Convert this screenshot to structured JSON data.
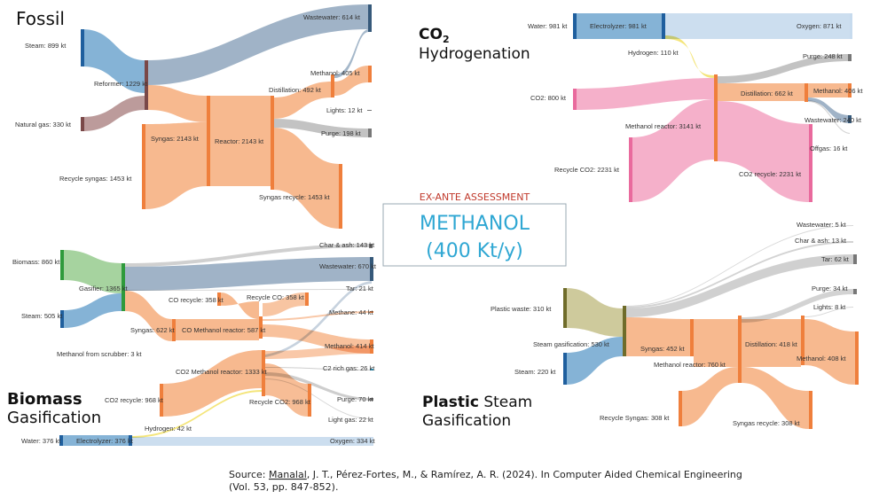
{
  "sections": {
    "fossil": {
      "title": "Fossil"
    },
    "co2": {
      "title_line1": "CO",
      "title_sub": "2",
      "title_line2": "Hydrogenation"
    },
    "biomass": {
      "title_line1": "Biomass",
      "title_line2": "Gasification"
    },
    "plastic": {
      "title_bold": "Plastic",
      "title_rest": " Steam",
      "title_line2": "Gasification"
    }
  },
  "center": {
    "eyebrow": "EX-ANTE ASSESSMENT",
    "line1": "METHANOL",
    "line2": "(400 Kt/y)"
  },
  "source": {
    "prefix": "Source: ",
    "author": "Manalal",
    "rest": ", J. T., Pérez-Fortes, M., & Ramírez, A. R. (2024). In Computer Aided Chemical Engineering",
    "line2": "(Vol. 53, pp. 847-852)."
  },
  "colors": {
    "steam": "#6fa6cf",
    "steam_node": "#1f5f9e",
    "natgas": "#b08a8a",
    "natgas_node": "#7a4848",
    "process": "#f6b183",
    "process_node": "#ef7f3c",
    "wastewater": "#8fa6bd",
    "wastewater_node": "#36597a",
    "purge": "#b9b9b9",
    "purge_node": "#777777",
    "co2": "#f4a8c4",
    "co2_node": "#e96a9d",
    "oxygen": "#c7dbee",
    "hydrogen": "#f3e26c",
    "biomass": "#9ccf95",
    "biomass_node": "#2f9a3c",
    "plastic": "#c9c491",
    "plastic_node": "#6f6c2a",
    "tar": "#c8c8c8",
    "center_text": "#2fa7d3",
    "center_eyebrow": "#c0392b",
    "center_border": "#9aa9b3"
  },
  "fossil": {
    "nodes": {
      "steam": "Steam: 899 kt",
      "natural_gas": "Natural gas: 330 kt",
      "reformer": "Reformer: 1229 kt",
      "recycle_syngas": "Recycle syngas: 1453 kt",
      "syngas": "Syngas: 2143 kt",
      "reactor": "Reactor: 2143 kt",
      "distillation": "Distillation: 492 kt",
      "wastewater": "Wastewater: 614 kt",
      "methanol": "Methanol: 405 kt",
      "lights": "Lights: 12 kt",
      "purge": "Purge: 198 kt",
      "syngas_recycle": "Syngas recycle: 1453 kt"
    }
  },
  "co2_hydrogenation": {
    "nodes": {
      "water": "Water: 981 kt",
      "electrolyzer": "Electrolyzer: 981 kt",
      "oxygen": "Oxygen: 871 kt",
      "hydrogen": "Hydrogen: 110 kt",
      "co2": "CO2: 800 kt",
      "recycle_co2": "Recycle CO2: 2231 kt",
      "methanol_reactor": "Methanol reactor: 3141 kt",
      "purge": "Purge: 248 kt",
      "distillation": "Distillation: 662 kt",
      "methanol": "Methanol: 406 kt",
      "wastewater": "Wastewater: 240 kt",
      "offgas": "Offgas: 16 kt",
      "co2_recycle": "CO2 recycle: 2231 kt"
    }
  },
  "biomass_gasification": {
    "nodes": {
      "biomass": "Biomass: 860 kt",
      "steam": "Steam: 505 kt",
      "gasifier": "Gasifier: 1365 kt",
      "char_ash": "Char & ash: 143 kt",
      "wastewater": "Wastewater: 670 kt",
      "tar": "Tar: 21 kt",
      "co_recycle": "CO recycle: 358 kt",
      "recycle_co": "Recycle CO: 358 kt",
      "methane": "Methane: 44 kt",
      "syngas": "Syngas: 622 kt",
      "co_methanol_reactor": "CO Methanol reactor: 587 kt",
      "methanol": "Methanol: 414 kt",
      "methanol_from_scrubber": "Methanol from scrubber: 3 kt",
      "co2_methanol_reactor": "CO2 Methanol reactor: 1333 kt",
      "c2_rich_gas": "C2 rich gas: 26 kt",
      "co2_recycle": "CO2 recycle: 968 kt",
      "recycle_co2": "Recycle CO2: 968 kt",
      "purge": "Purge: 70 kt",
      "light_gas": "Light gas: 22 kt",
      "hydrogen": "Hydrogen: 42 kt",
      "water": "Water: 376 kt",
      "electrolyzer": "Electrolyzer: 376 kt",
      "oxygen": "Oxygen: 334 kt"
    }
  },
  "plastic_steam_gasification": {
    "nodes": {
      "plastic_waste": "Plastic waste: 310 kt",
      "steam_gasification": "Steam gasification: 530 kt",
      "steam": "Steam: 220 kt",
      "wastewater": "Wastewater: 5 kt",
      "char_ash": "Char & ash: 13 kt",
      "tar": "Tar: 62 kt",
      "purge": "Purge: 34 kt",
      "lights": "Lights: 8 kt",
      "syngas": "Syngas: 452 kt",
      "distillation": "Distillation: 418 kt",
      "methanol_reactor": "Methanol reactor: 760 kt",
      "methanol": "Methanol: 408 kt",
      "recycle_syngas": "Recycle Syngas: 308 kt",
      "syngas_recycle": "Syngas recycle: 308 kt"
    }
  }
}
